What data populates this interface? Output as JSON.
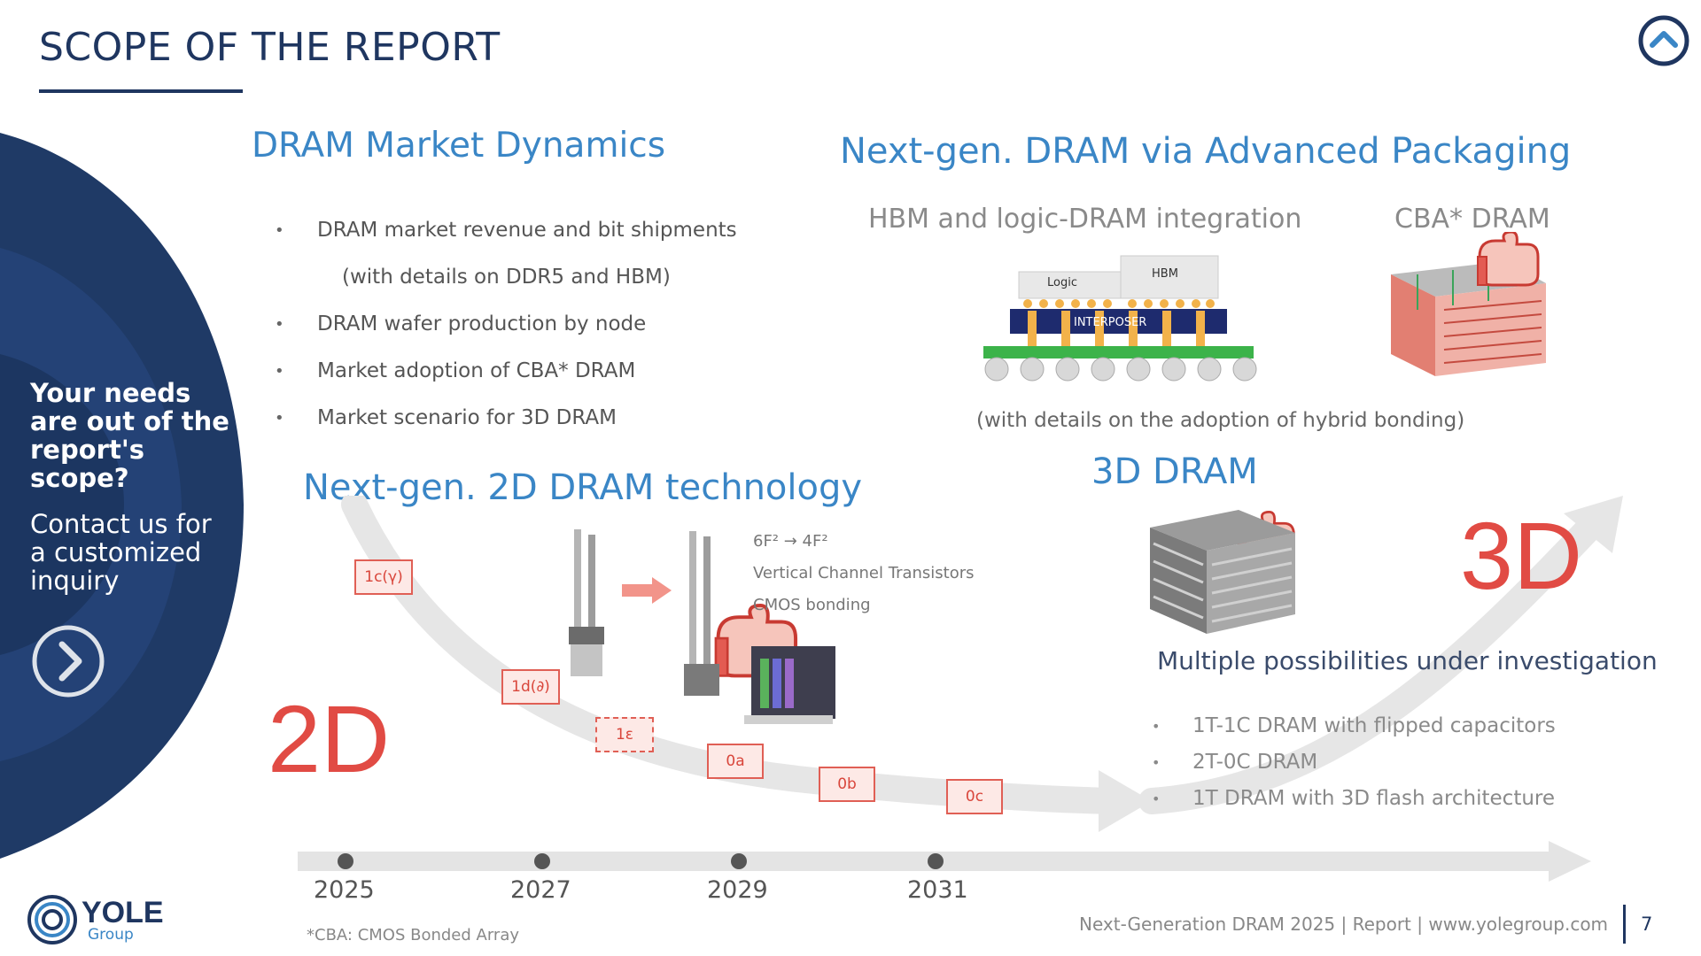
{
  "page": {
    "title": "SCOPE OF THE REPORT",
    "page_number": "7",
    "footer": "Next-Generation DRAM 2025 | Report | www.yolegroup.com",
    "footnote": "*CBA: CMOS Bonded Array"
  },
  "colors": {
    "navy": "#1f3660",
    "accent_blue": "#3a86c6",
    "accent_red": "#e14b44"
  },
  "side_panel": {
    "question": "Your needs are out of the report's scope?",
    "contact": "Contact us for a customized inquiry",
    "arrow_icon": "chevron-right-circle-icon"
  },
  "market": {
    "heading": "DRAM Market Dynamics",
    "bullets": [
      "DRAM market revenue and bit shipments",
      "(with details on DDR5 and HBM)",
      "DRAM wafer production by node",
      "Market adoption of CBA* DRAM",
      "Market scenario for 3D DRAM"
    ]
  },
  "advanced": {
    "heading": "Next-gen. DRAM via Advanced Packaging",
    "hbm_sub": "HBM and logic-DRAM integration",
    "cba_sub": "CBA* DRAM",
    "hybrid_note": "(with details on the adoption of hybrid bonding)",
    "diagram_labels": {
      "logic": "Logic",
      "hbm": "HBM",
      "interposer": "INTERPOSER"
    }
  },
  "tech2d": {
    "heading": "Next-gen. 2D DRAM technology",
    "features": [
      "6F² → 4F²",
      "Vertical Channel Transistors",
      "CMOS bonding"
    ],
    "big_label": "2D",
    "nodes": [
      "1c(γ)",
      "1d(∂)",
      "1ε",
      "0a",
      "0b",
      "0c"
    ]
  },
  "tech3d": {
    "heading": "3D DRAM",
    "big_label": "3D",
    "subtitle": "Multiple possibilities under investigation",
    "bullets": [
      "1T-1C DRAM with flipped capacitors",
      "2T-0C DRAM",
      "1T DRAM with 3D flash architecture"
    ]
  },
  "timeline": {
    "years": [
      "2025",
      "2027",
      "2029",
      "2031"
    ]
  },
  "logo": {
    "name": "YOLE",
    "sub": "Group"
  },
  "icons": {
    "top_right": "chevron-up-circle-icon"
  }
}
